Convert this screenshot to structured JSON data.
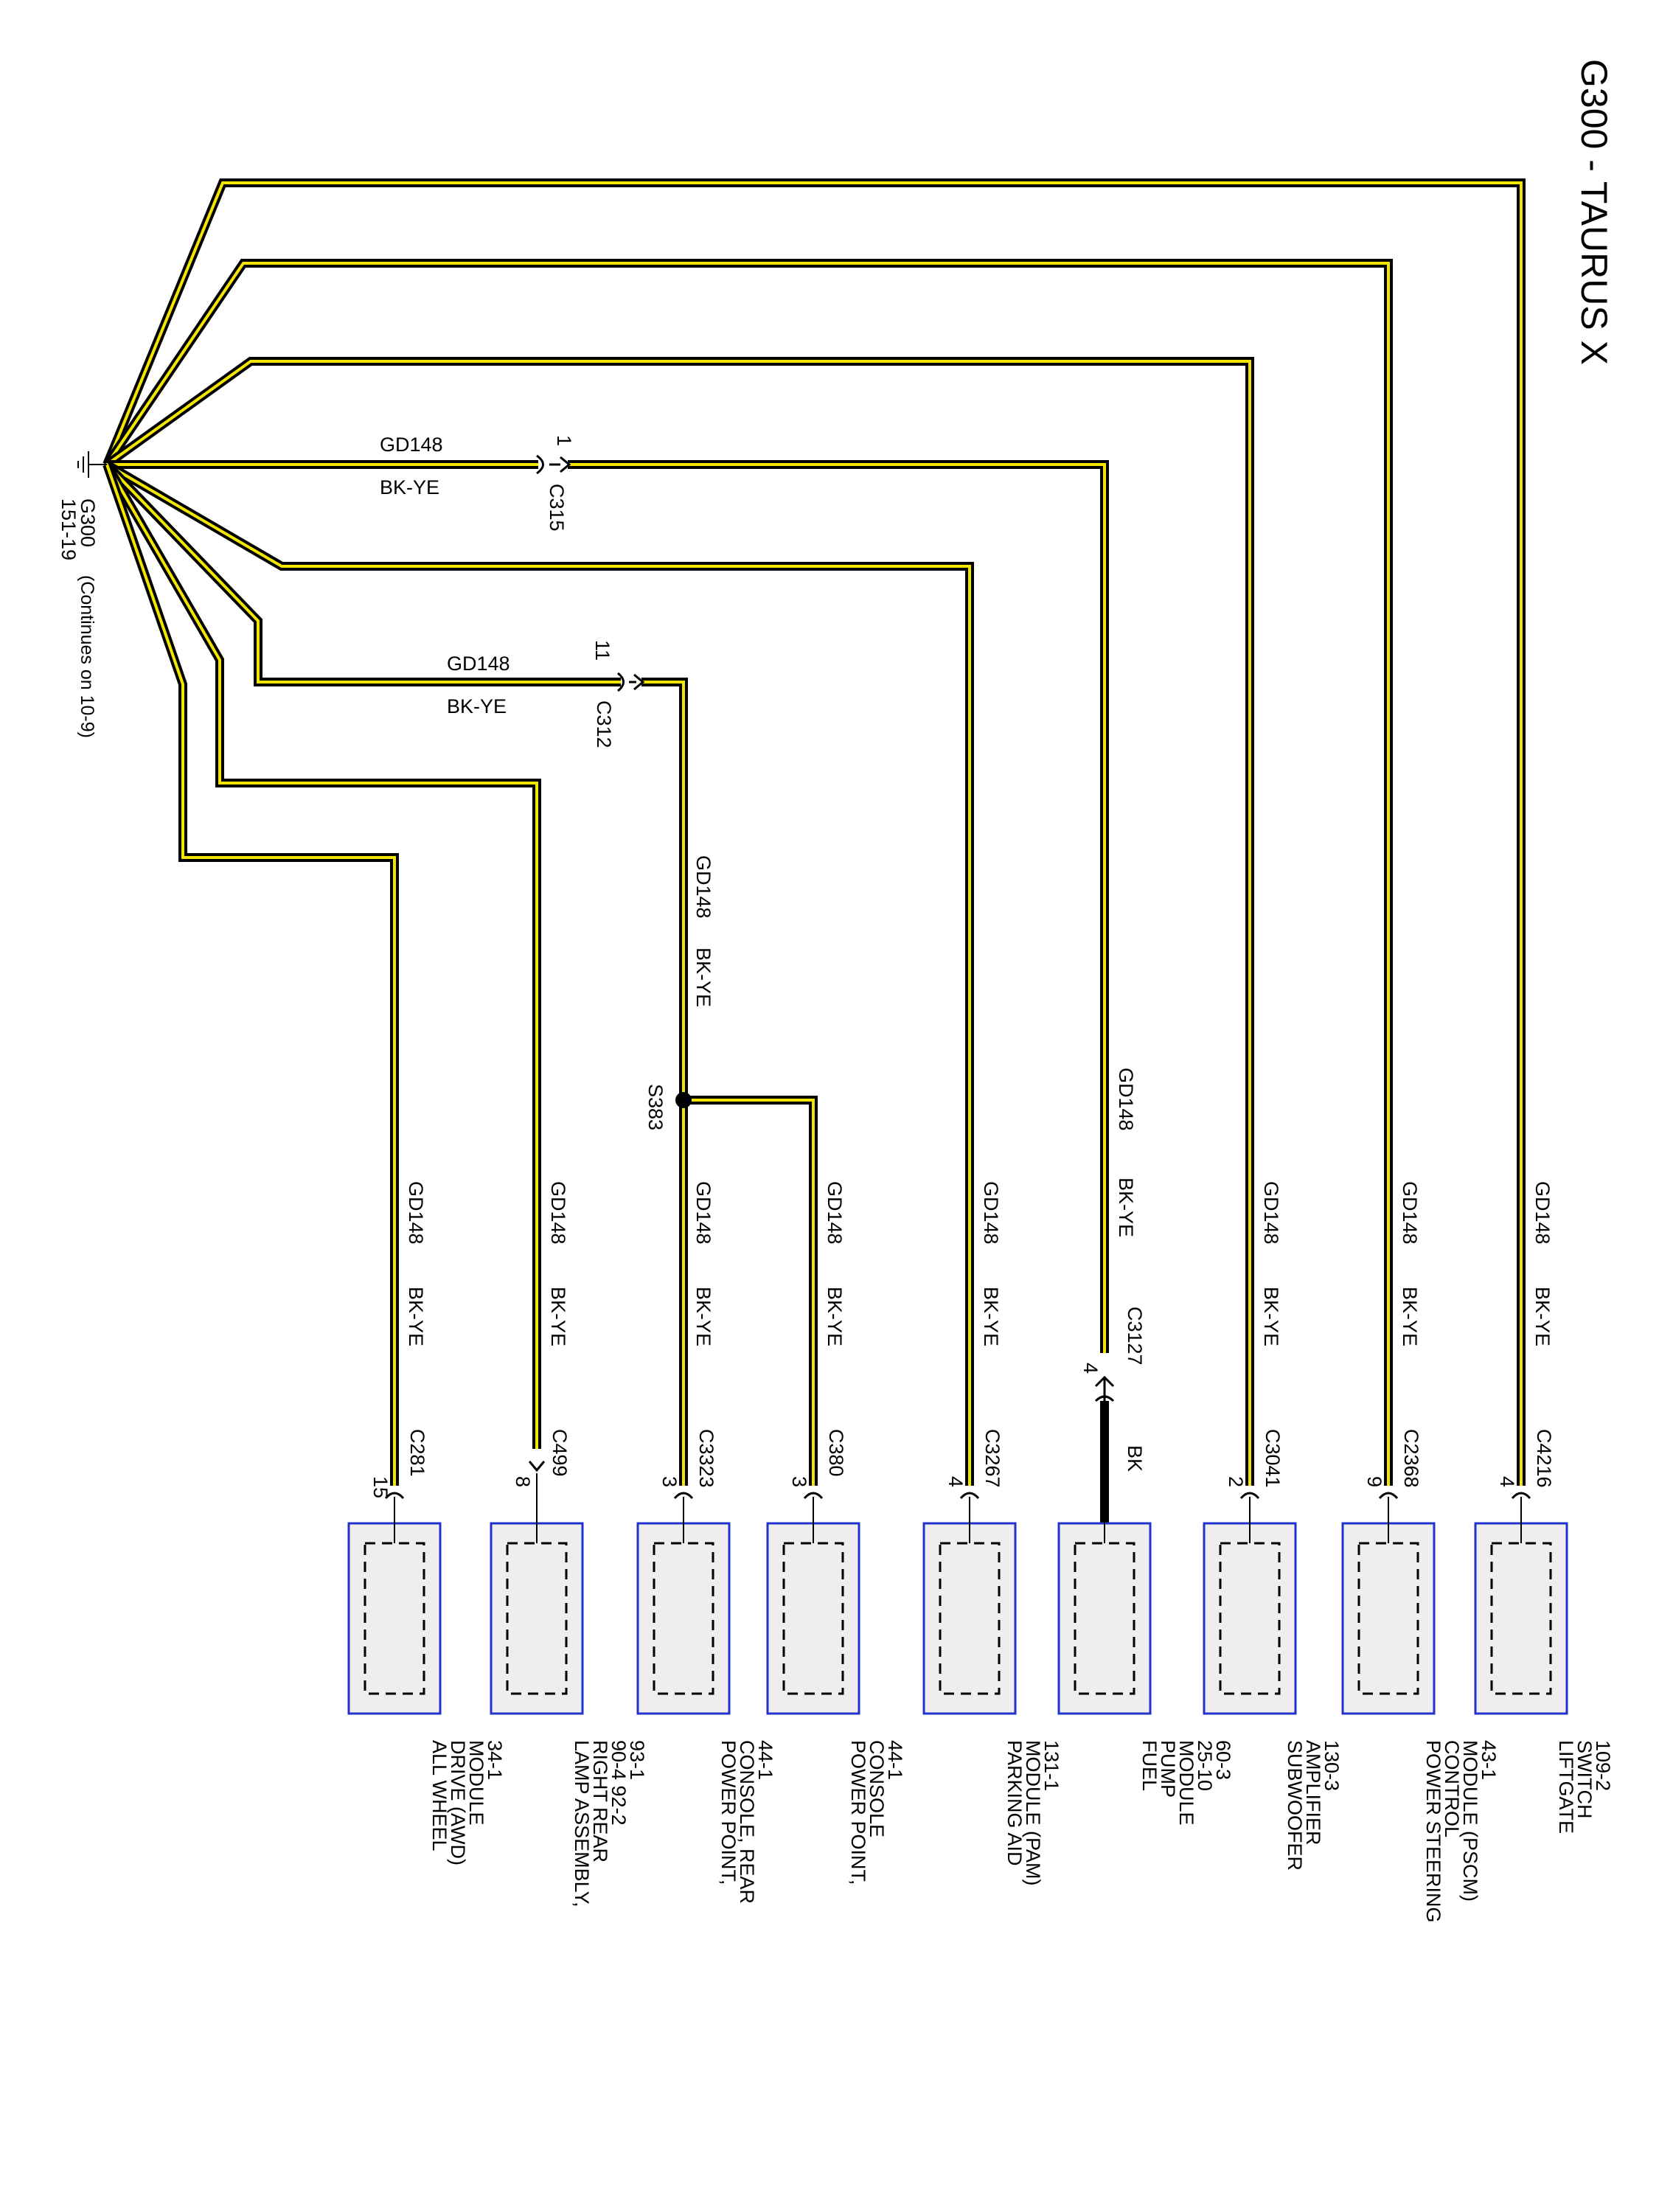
{
  "title": "G300 - TAURUS X",
  "ground": {
    "name": "G300",
    "page_ref": "151-19",
    "note": "(Continues on 10-9)"
  },
  "circuit": "GD148",
  "wire_color": "BK-YE",
  "fuel_wire_color": "BK",
  "splice": "S383",
  "inline_connectors": [
    {
      "id": "C315",
      "pin": "1"
    },
    {
      "id": "C312",
      "pin": "11"
    },
    {
      "id": "C3127",
      "pin": "4"
    }
  ],
  "components": [
    {
      "key": "liftgate",
      "connector": "C4216",
      "pin": "4",
      "lines": [
        "LIFTGATE",
        "SWITCH",
        "109-2"
      ]
    },
    {
      "key": "pscm",
      "connector": "C2368",
      "pin": "9",
      "lines": [
        "POWER STEERING",
        "CONTROL",
        "MODULE (PSCM)",
        "43-1"
      ]
    },
    {
      "key": "subwoofer",
      "connector": "C3041",
      "pin": "2",
      "lines": [
        "SUBWOOFER",
        "AMPLIFIER",
        "130-3"
      ]
    },
    {
      "key": "fuelpump",
      "connector": "",
      "pin": "",
      "lines": [
        "FUEL",
        "PUMP",
        "MODULE",
        "25-10",
        "60-3"
      ]
    },
    {
      "key": "pam",
      "connector": "C3267",
      "pin": "4",
      "lines": [
        "PARKING AID",
        "MODULE (PAM)",
        "131-1"
      ]
    },
    {
      "key": "pp_console",
      "connector": "C380",
      "pin": "3",
      "lines": [
        "POWER POINT,",
        "CONSOLE",
        "44-1"
      ]
    },
    {
      "key": "pp_rear",
      "connector": "C3323",
      "pin": "3",
      "lines": [
        "POWER POINT,",
        "CONSOLE, REAR",
        "44-1"
      ]
    },
    {
      "key": "lamp",
      "connector": "C499",
      "pin": "8",
      "lines": [
        "LAMP ASSEMBLY,",
        "RIGHT REAR",
        "90-4      92-2",
        "93-1"
      ]
    },
    {
      "key": "awd",
      "connector": "C281",
      "pin": "15",
      "lines": [
        "ALL WHEEL",
        "DRIVE (AWD)",
        "MODULE",
        "34-1"
      ]
    }
  ],
  "colors": {
    "wire_outer": "#000000",
    "wire_inner": "#f2e600",
    "box_border": "#2233cc",
    "box_fill": "#eeeeee"
  }
}
